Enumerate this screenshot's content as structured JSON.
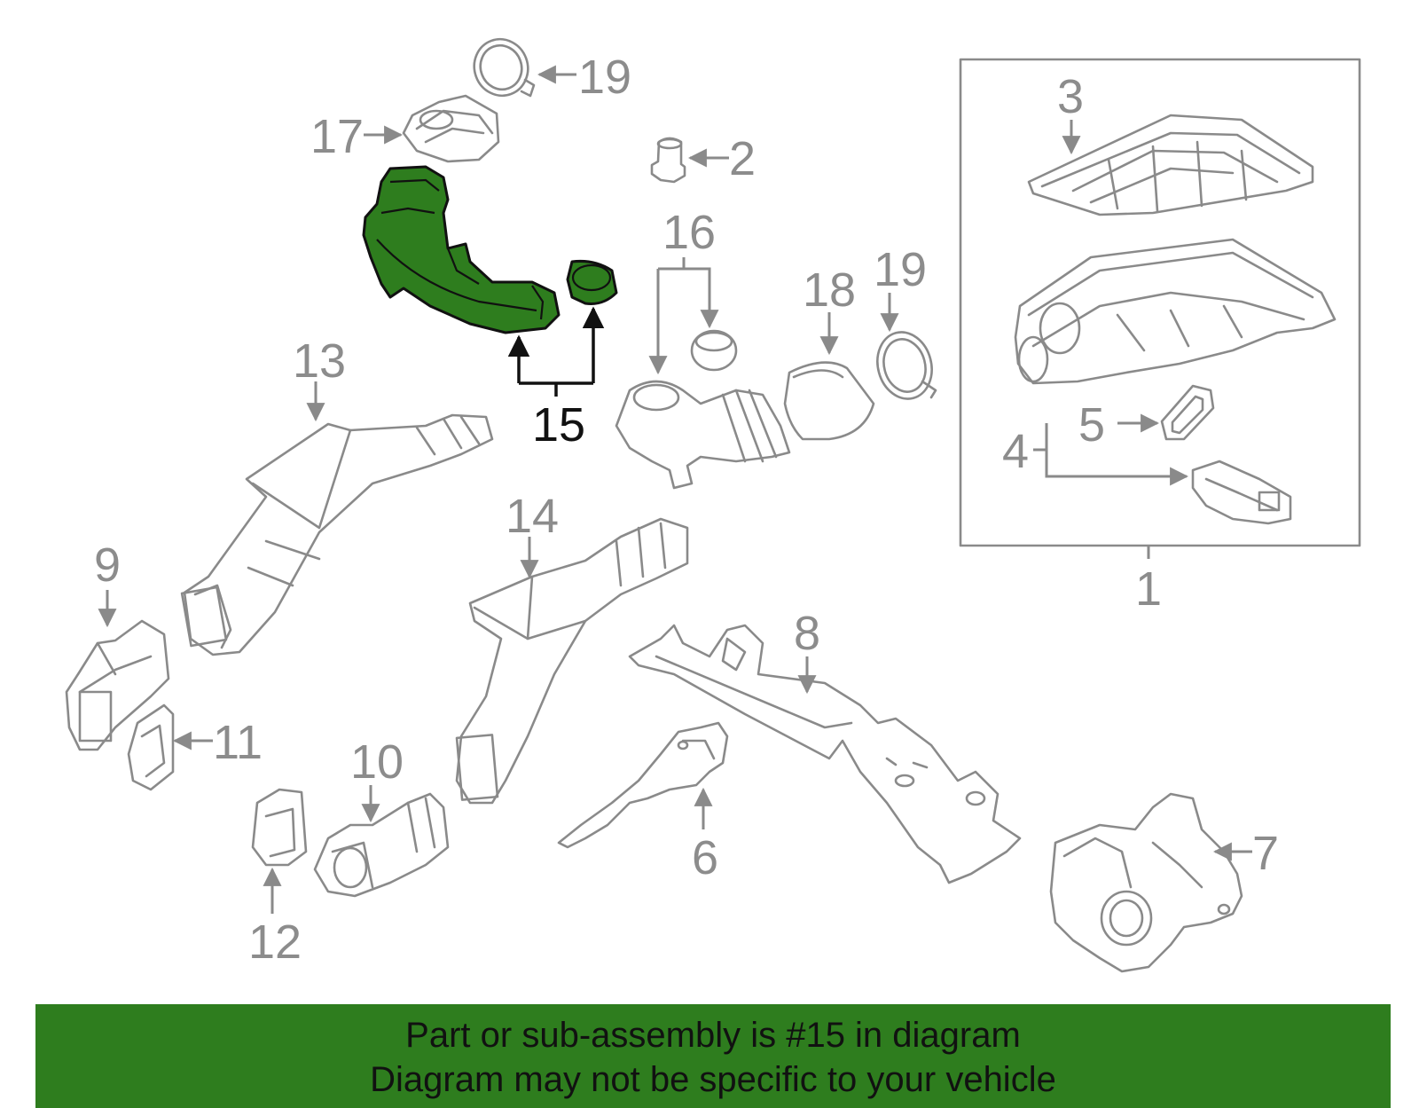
{
  "callouts": {
    "c1": "1",
    "c2": "2",
    "c3": "3",
    "c4": "4",
    "c5": "5",
    "c6": "6",
    "c7": "7",
    "c8": "8",
    "c9": "9",
    "c10": "10",
    "c11": "11",
    "c12": "12",
    "c13": "13",
    "c14": "14",
    "c15": "15",
    "c16": "16",
    "c17": "17",
    "c18": "18",
    "c19a": "19",
    "c19b": "19"
  },
  "highlight": {
    "part_number": "15",
    "color": "#2e7d1e"
  },
  "banner": {
    "line1": "Part or sub-assembly is #15 in diagram",
    "line2": "Diagram may not be specific to your vehicle",
    "color": "#2e7d1e"
  }
}
